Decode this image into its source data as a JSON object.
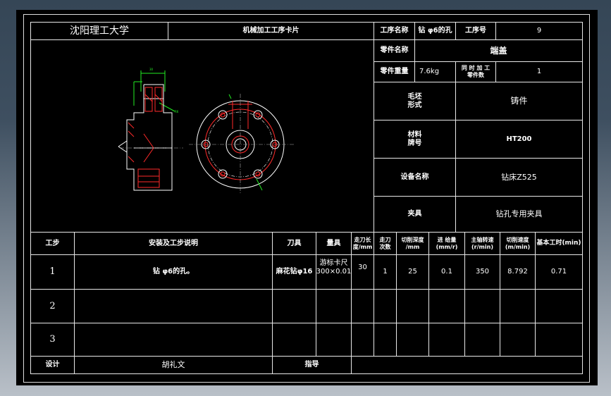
{
  "header": {
    "school": "沈阳理工大学",
    "card_title": "机械加工工序卡片",
    "process_name_label": "工序名称",
    "process_name_value": "钻 φ6的孔",
    "process_no_label": "工序号",
    "process_no_value": "9"
  },
  "part": {
    "name_label": "零件名称",
    "name_value": "端盖",
    "weight_label": "零件重量",
    "weight_value": "7.6kg",
    "simul_label": "同 时 加 工\n零件数",
    "simul_value": "1"
  },
  "specs": [
    {
      "label": "毛坯\n形式",
      "value": "铸件"
    },
    {
      "label": "材料\n牌号",
      "value": "HT200"
    },
    {
      "label": "设备名称",
      "value": "钻床Z525"
    },
    {
      "label": "夹具",
      "value": "钻孔专用夹具"
    }
  ],
  "table": {
    "headers": [
      "工步",
      "安装及工步说明",
      "刀具",
      "量具",
      "走刀长\n度/mm",
      "走刀\n次数",
      "切削深度\n/mm",
      "进 给量\n(mm/r)",
      "主轴转速\n(r/min)",
      "切削速度\n(m/min)",
      "基本工时(min)"
    ],
    "rows": [
      [
        "1",
        "钻 φ6的孔。",
        "麻花钻φ16",
        "游标卡尺\n300×0.01",
        "30",
        "1",
        "25",
        "0.1",
        "350",
        "8.792",
        "0.71"
      ],
      [
        "2",
        "",
        "",
        "",
        "",
        "",
        "",
        "",
        "",
        "",
        ""
      ],
      [
        "3",
        "",
        "",
        "",
        "",
        "",
        "",
        "",
        "",
        "",
        ""
      ]
    ]
  },
  "footer": {
    "design_label": "设计",
    "designer": "胡礼文",
    "guide_label": "指导",
    "guide_value": ""
  },
  "colors": {
    "line": "#e8e8e8",
    "drawing_red": "#ff2a2a",
    "drawing_green": "#22ee22",
    "drawing_white": "#ffffff"
  }
}
